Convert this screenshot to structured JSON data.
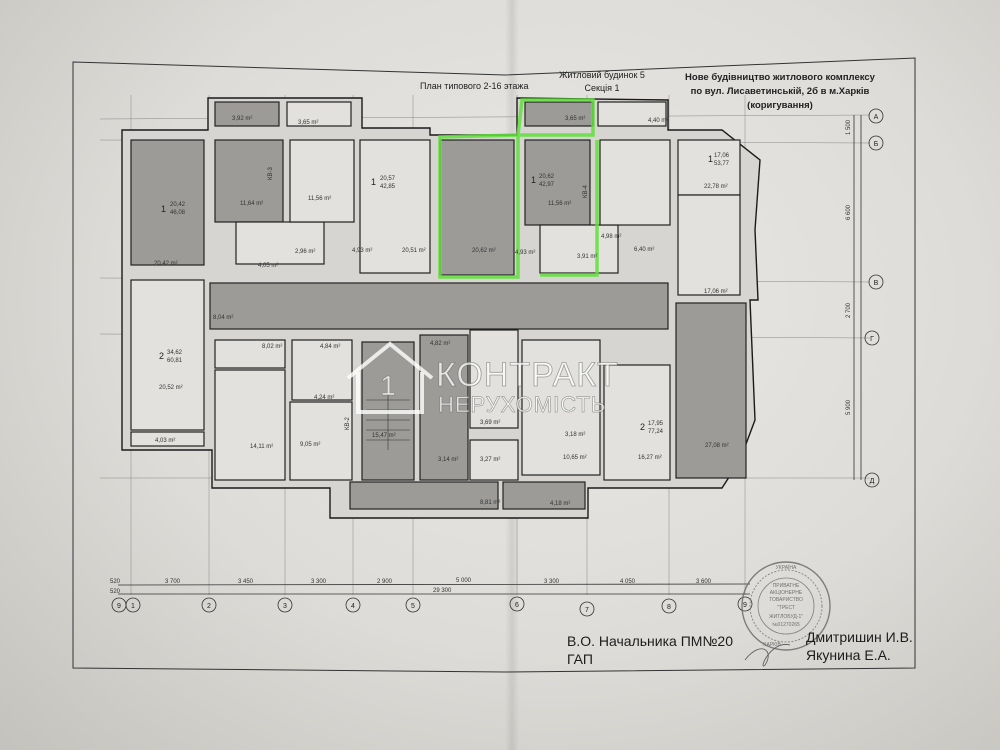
{
  "header": {
    "plan_title": "План типового 2-16 этажа",
    "building": "Житловий будинок 5",
    "section": "Секція 1",
    "project_line1": "Нове будівництво житлового комплексу",
    "project_line2": "по вул. Лисаветинській, 2б в м.Харків",
    "project_line3": "(коригування)"
  },
  "apartments": [
    {
      "rooms": "1",
      "living": "20,42",
      "total": "46,08"
    },
    {
      "rooms": "1",
      "living": "20,57",
      "total": "42,85"
    },
    {
      "rooms": "1",
      "living": "20,62",
      "total": "42,97"
    },
    {
      "rooms": "1",
      "living": "17,06",
      "total": "53,77"
    },
    {
      "rooms": "2",
      "living": "34,62",
      "total": "60,81"
    },
    {
      "rooms": "2",
      "living": "17,95",
      "total": "77,24"
    }
  ],
  "apartment_codes": [
    "КВ-3",
    "КВ-4",
    "КВ-2"
  ],
  "room_areas": [
    "3,92 m²",
    "3,65 m²",
    "20,42 m²",
    "11,64 m²",
    "11,56 m²",
    "4,05 m²",
    "2,96 m²",
    "4,93 m²",
    "20,51 m²",
    "20,62 m²",
    "3,65 m²",
    "11,56 m²",
    "4,93 m²",
    "3,91 m²",
    "4,98 m²",
    "4,40 m²",
    "22,78 m²",
    "6,40 m²",
    "17,06 m²",
    "8,04 m²",
    "20,52 m²",
    "4,03 m²",
    "8,02 m²",
    "4,84 m²",
    "4,24 m²",
    "14,11 m²",
    "9,05 m²",
    "15,47 m²",
    "4,82 m²",
    "3,69 m²",
    "3,14 m²",
    "3,27 m²",
    "8,81 m²",
    "4,18 m²",
    "3,18 m²",
    "10,65 m²",
    "16,27 m²",
    "27,08 m²"
  ],
  "dimensions": {
    "horizontal": [
      "520",
      "3 700",
      "3 450",
      "3 300",
      "2 900",
      "5 000",
      "3 300",
      "4 050",
      "3 600"
    ],
    "total": "29 300",
    "total_offset": "520",
    "vertical": [
      "1 500",
      "6 600",
      "2 700",
      "5 900"
    ]
  },
  "axes": {
    "columns": [
      "9",
      "1",
      "2",
      "3",
      "4",
      "5",
      "6",
      "7",
      "8",
      "9"
    ],
    "rows": [
      "А",
      "Б",
      "В",
      "Г",
      "Д"
    ]
  },
  "watermark": {
    "line1": "КОНТРАКТ",
    "line2": "НЕРУХОМІСТЬ"
  },
  "signatures": {
    "role1": "В.О. Начальника ПМ№20",
    "role2": "ГАП",
    "name1": "Дмитришин И.В.",
    "name2": "Якунина Е.А."
  },
  "stamp": {
    "country": "УКРАЇНА",
    "org_type1": "ПРИВАТНЕ",
    "org_type2": "АКЦІОНЕРНЕ",
    "org_type3": "ТОВАРИСТВО",
    "name1": "\"ТРЕСТ",
    "name2": "ЖИТЛОБУД-1\"",
    "code": "№01270265",
    "city": "ХАРКІВ"
  },
  "colors": {
    "highlight": "#5fe03a",
    "paper": "#e4e3df",
    "shaded_room": "#9c9b98"
  }
}
